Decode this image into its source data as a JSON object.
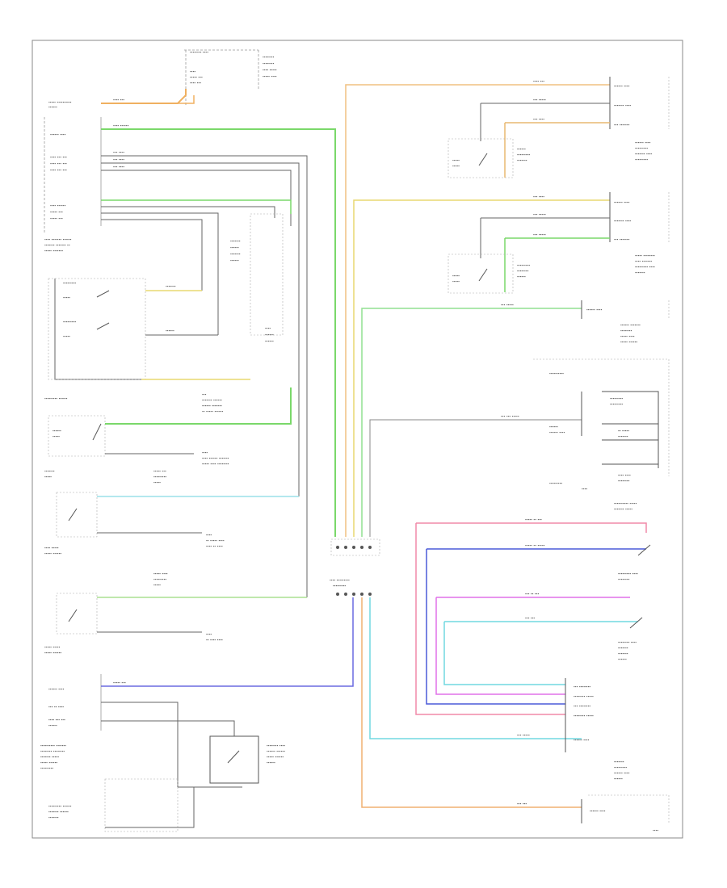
{
  "diagram": {
    "footer_label": "",
    "wire_colors": {
      "green": "#7ad86a",
      "orange": "#f0b060",
      "yellow": "#f0e0a0",
      "pink": "#f08aa8",
      "blue": "#4a5ad8",
      "magenta": "#e070e8",
      "cyan": "#70d8e0",
      "purple_blue": "#6a6ae0",
      "gray": "#555555"
    },
    "components": [
      {
        "id": "fuse-block",
        "label": ""
      },
      {
        "id": "body-control-module",
        "label": ""
      },
      {
        "id": "headlamp-switch",
        "label": ""
      },
      {
        "id": "ignition-switch",
        "label": ""
      },
      {
        "id": "left-front-seat-belt-switch",
        "label": ""
      },
      {
        "id": "right-front-seat-belt-switch",
        "label": ""
      },
      {
        "id": "occupant-sensing-module",
        "label": ""
      },
      {
        "id": "star-connector",
        "label": ""
      },
      {
        "id": "driver-door-module",
        "label": ""
      },
      {
        "id": "passenger-door-module",
        "label": ""
      },
      {
        "id": "engine-control-module",
        "label": ""
      },
      {
        "id": "instrument-panel-cluster",
        "label": ""
      },
      {
        "id": "liftgate-module",
        "label": ""
      },
      {
        "id": "radio",
        "label": ""
      }
    ]
  }
}
